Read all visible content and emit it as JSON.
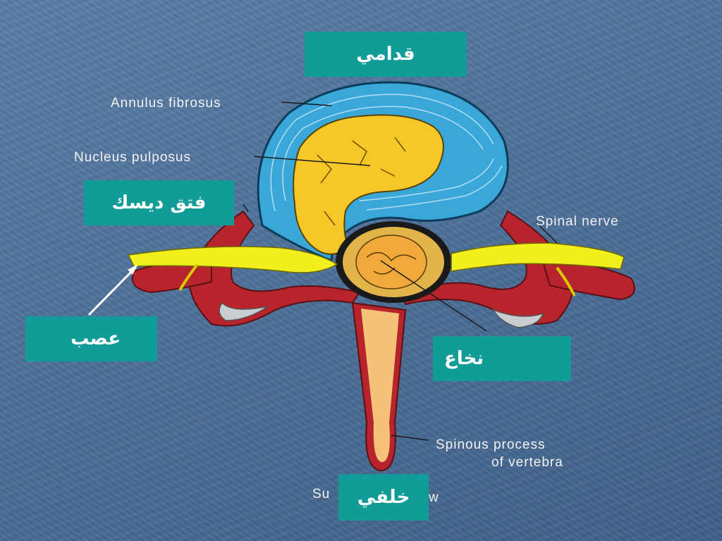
{
  "labels_en": {
    "annulus": "Annulus fibrosus",
    "nucleus": "Nucleus pulposus",
    "spinal_nerve": "Spinal nerve",
    "spinous_line1": "Spinous process",
    "spinous_line2": "of vertebra",
    "bottom_left": "Su",
    "bottom_right": "w"
  },
  "labels_ar": {
    "front": "قدامي",
    "hernia": "فتق ديسك",
    "nerve": "عصب",
    "cord": "نخاع",
    "back": "خلفي"
  },
  "colors": {
    "background": "#4f729c",
    "annulus": "#39a7d8",
    "nucleus": "#f7c72a",
    "nerve": "#f3ee1e",
    "bone_red": "#b8242c",
    "spinous": "#f5c27a",
    "label_box": "#119c98"
  }
}
